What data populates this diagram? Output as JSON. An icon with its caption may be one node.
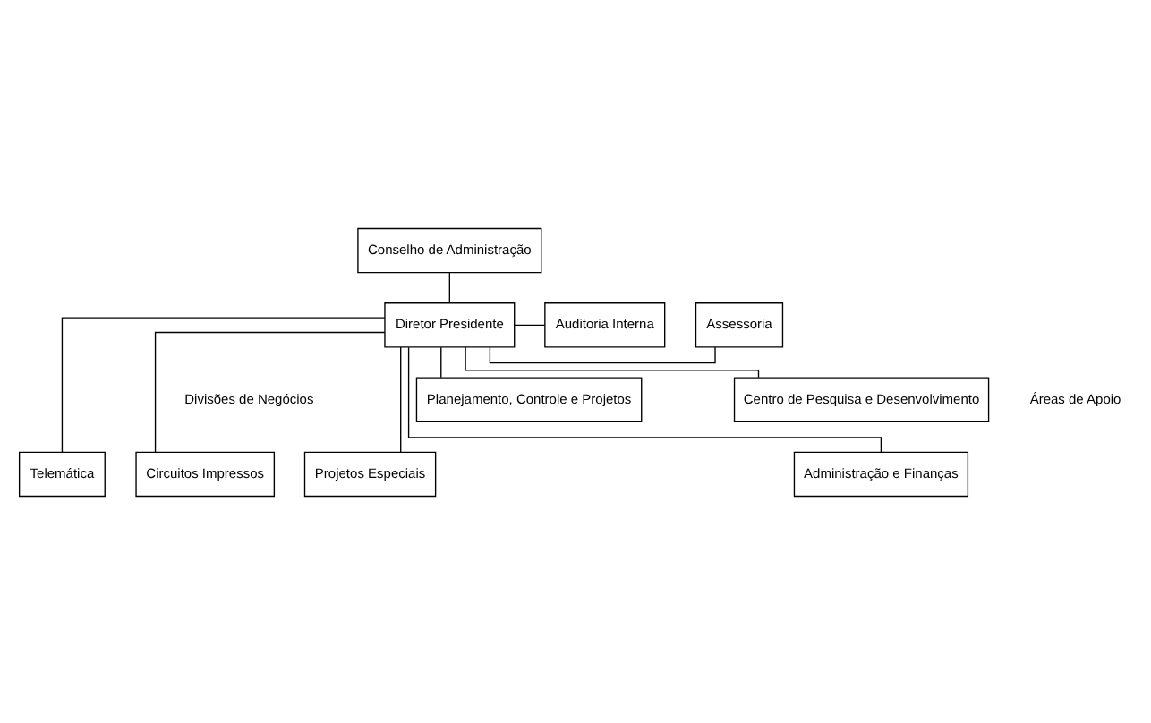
{
  "diagram": {
    "nodes": [
      {
        "text": [
          "Conselho de Administração"
        ]
      },
      {
        "text": [
          "Diretor Presidente"
        ]
      },
      {
        "text": [
          "Assessoria"
        ]
      },
      {
        "text": [
          "Auditoria Interna"
        ]
      },
      {
        "text": [
          "Telemática"
        ]
      },
      {
        "text": [
          "Circuitos Impressos"
        ]
      },
      {
        "text": [
          "Projetos Especiais"
        ]
      },
      {
        "text": [
          "Planejamento, Controle e Projetos"
        ]
      },
      {
        "text": [
          "Administração e Finanças"
        ]
      },
      {
        "text": [
          "Centro de Pesquisa e Desenvolvimento"
        ]
      }
    ],
    "edges": [
      {
        "from": 0,
        "to": 1,
        "arrow": "none"
      },
      {
        "from": 1,
        "to": 2,
        "arrow": "none"
      },
      {
        "from": 1,
        "to": 3,
        "arrow": "none"
      },
      {
        "from": 1,
        "to": 4,
        "arrow": "none"
      },
      {
        "from": 1,
        "to": 5,
        "arrow": "none"
      },
      {
        "from": 1,
        "to": 6,
        "arrow": "none"
      },
      {
        "from": 1,
        "to": 7,
        "arrow": "none"
      },
      {
        "from": 1,
        "to": 8,
        "arrow": "none"
      },
      {
        "from": 1,
        "to": 9,
        "arrow": "none"
      }
    ],
    "labels": [
      "Divisões de Negócios",
      "Áreas de Apoio"
    ]
  }
}
